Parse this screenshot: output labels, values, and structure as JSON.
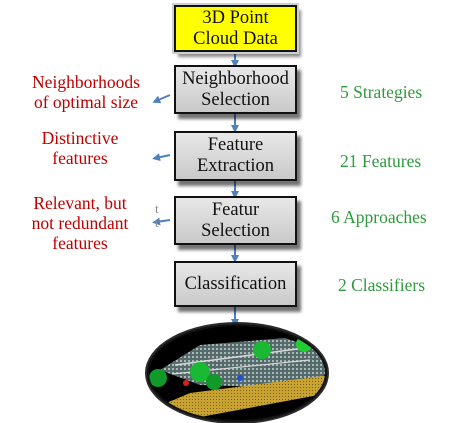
{
  "input": {
    "line1": "3D Point",
    "line2": "Cloud Data"
  },
  "steps": [
    {
      "line1": "Neighborhood",
      "line2": "Selection"
    },
    {
      "line1": "Feature",
      "line2": "Extraction"
    },
    {
      "line1": "Featur",
      "line2": "Selection"
    },
    {
      "line1": "Classification",
      "line2": ""
    }
  ],
  "outputs": [
    {
      "line1": "Neighborhoods",
      "line2": "of optimal size",
      "line3": ""
    },
    {
      "line1": "Distinctive",
      "line2": "features",
      "line3": ""
    },
    {
      "line1": "Relevant, but",
      "line2": "not redundant",
      "line3": "features"
    }
  ],
  "counts": [
    "5 Strategies",
    "21 Features",
    "6 Approaches",
    "2 Classifiers"
  ],
  "ghost_marks": [
    "t",
    "t"
  ],
  "colors": {
    "input_fill": "#ffff00",
    "step_fill": "#d9d9d9",
    "outputs_text": "#c00000",
    "counts_text": "#2e9a3c",
    "arrows": "#4f81bd"
  }
}
